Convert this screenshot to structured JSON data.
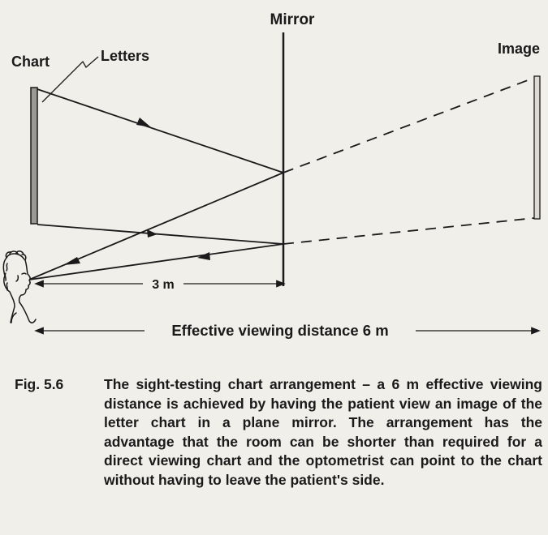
{
  "diagram": {
    "labels": {
      "mirror": "Mirror",
      "image": "Image",
      "chart": "Chart",
      "letters": "Letters",
      "distance_short": "3 m",
      "distance_effective": "Effective viewing distance 6 m"
    }
  },
  "caption": {
    "figure_number": "Fig. 5.6",
    "text": "The sight-testing chart arrangement – a 6 m effective viewing distance is achieved by having the patient view an image of the letter chart in a plane mirror. The arrangement has the advantage that the room can be shorter than required for a direct viewing chart and the optometrist can point to the chart without having to leave the patient's side."
  },
  "colors": {
    "background": "#f1efe9",
    "ink": "#1a1a1a",
    "chart_fill": "#9a9a93"
  }
}
